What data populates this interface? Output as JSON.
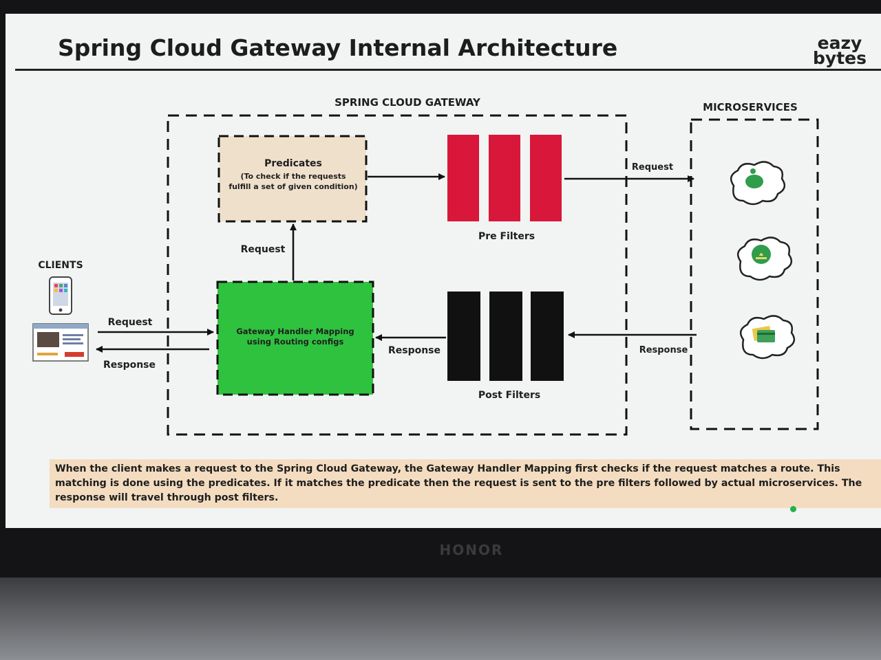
{
  "slide": {
    "title": "Spring Cloud Gateway Internal Architecture",
    "logo_line1": "eazy",
    "logo_line2": "bytes"
  },
  "sections": {
    "gateway": "SPRING CLOUD GATEWAY",
    "microservices": "MICROSERVICES",
    "clients": "CLIENTS"
  },
  "predicates": {
    "title": "Predicates",
    "line1": "(To check if the requests",
    "line2": "fulfill a set of given condition)"
  },
  "handler": {
    "line1": "Gateway Handler Mapping",
    "line2": "using Routing configs"
  },
  "filters": {
    "pre": "Pre Filters",
    "post": "Post Filters"
  },
  "arrows": {
    "client_request": "Request",
    "client_response": "Response",
    "handler_to_predicates": "Request",
    "prefilters_to_services": "Request",
    "services_to_postfilters": "Response",
    "postfilters_to_handler": "Response"
  },
  "caption": {
    "text": "When the client makes a request to the Spring Cloud Gateway, the Gateway Handler Mapping first checks if the request matches a route. This matching is done using the predicates. If it matches the predicate then the request is sent to the pre filters followed by actual microservices. The response will travel through post filters."
  },
  "device": {
    "brand": "HONOR"
  },
  "colors": {
    "pre_filter": "#d8173a",
    "post_filter": "#111111",
    "handler_box": "#2fc23f",
    "predicates_box": "#efe0cc",
    "caption_bg": "#f3dcc0"
  },
  "icons": {
    "clients": [
      "mobile-phone-icon",
      "web-browser-icon"
    ],
    "microservices": [
      "piggy-bank-cloud-icon",
      "money-hand-cloud-icon",
      "credit-card-cloud-icon"
    ]
  }
}
